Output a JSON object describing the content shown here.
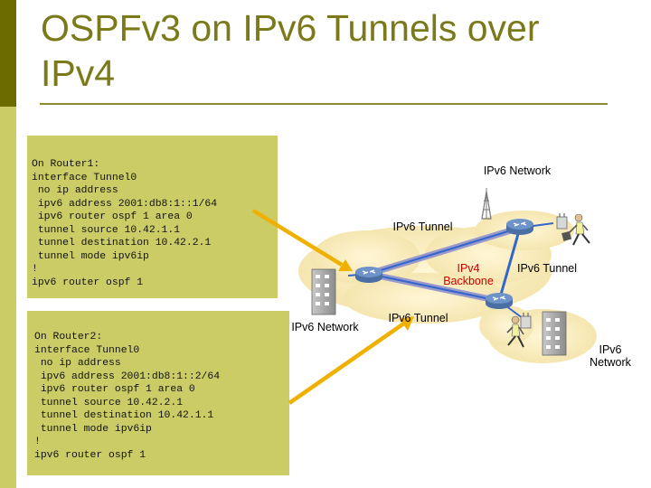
{
  "title": "OSPFv3 on IPv6 Tunnels over IPv4",
  "router1": {
    "lines": [
      "On Router1:",
      "interface Tunnel0",
      " no ip address",
      " ipv6 address 2001:db8:1::1/64",
      " ipv6 router ospf 1 area 0",
      " tunnel source 10.42.1.1",
      " tunnel destination 10.42.2.1",
      " tunnel mode ipv6ip",
      "!",
      "ipv6 router ospf 1"
    ]
  },
  "router2": {
    "lines": [
      "On Router2:",
      "interface Tunnel0",
      " no ip address",
      " ipv6 address 2001:db8:1::2/64",
      " ipv6 router ospf 1 area 0",
      " tunnel source 10.42.2.1",
      " tunnel destination 10.42.1.1",
      " tunnel mode ipv6ip",
      "!",
      "ipv6 router ospf 1"
    ]
  },
  "diagram": {
    "label_network_top": "IPv6 Network",
    "label_tunnel_top": "IPv6 Tunnel",
    "label_backbone": "IPv4 Backbone",
    "label_tunnel_right": "IPv6 Tunnel",
    "label_network_left": "IPv6 Network",
    "label_tunnel_bottom": "IPv6 Tunnel",
    "label_network_right": "IPv6 Network"
  },
  "colors": {
    "sidebar_dark": "#6b6b00",
    "sidebar_light": "#cccc66",
    "title": "#7a7a1a",
    "code_bg": "#cccc66",
    "arrow": "#f0b000",
    "link": "#3366cc",
    "tunnel": "#9999cc",
    "backbone_label": "#cc0000"
  }
}
